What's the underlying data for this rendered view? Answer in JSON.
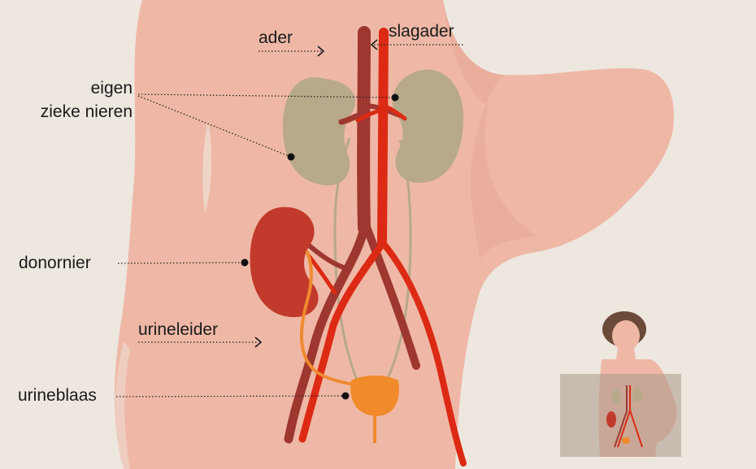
{
  "labels": {
    "ader": "ader",
    "slagader": "slagader",
    "eigen_line1": "eigen",
    "eigen_line2": "zieke nieren",
    "donornier": "donornier",
    "urineleider": "urineleider",
    "urineblaas": "urineblaas"
  },
  "colors": {
    "background": "#ede7df",
    "body": "#efb8a6",
    "body_shadow": "#e3a891",
    "own_kidneys": "#b7a98a",
    "donor_kidney": "#c23a2b",
    "vein": "#9e3730",
    "artery": "#dc2a14",
    "ureter_own": "#b7a98a",
    "ureter_donor": "#f08a30",
    "bladder": "#f08a2a",
    "inset_box": "#a9998a"
  },
  "icons": {
    "arrow_right": "arrow-right-icon",
    "arrow_left": "arrow-left-icon",
    "leader_dot": "leader-dot-icon"
  }
}
